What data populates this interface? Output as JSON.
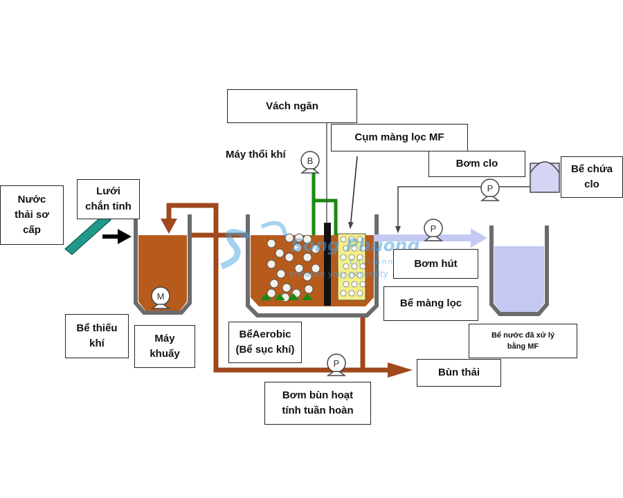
{
  "labels": {
    "vach_ngan": "Vách ngăn",
    "cum_mang_loc": "Cụm màng lọc MF",
    "may_thoi_khi": "Máy thổi khí",
    "bom_clo": "Bơm clo",
    "be_chua_clo": "Bể chứa\nclo",
    "nuoc_thai": "Nước\nthải sơ\ncấp",
    "luoi_chan_tinh": "Lưới\nchắn tinh",
    "bom_hut": "Bơm hút",
    "be_mang_loc": "Bể màng lọc",
    "be_thieu_khi": "Bể thiếu\nkhí",
    "may_khuay": "Máy\nkhuấy",
    "be_aerobic": "BểAerobic\n(Bể sục khí)",
    "be_nuoc_da_xu_ly": "Bể nước đã xử lý\nbằng MF",
    "bun_thai": "Bùn thải",
    "bom_bun_hoat_tinh": "Bơm bùn hoạt\ntính tuần hoàn"
  },
  "equipment_symbols": {
    "blower": "B",
    "mixer": "M",
    "pump": "P"
  },
  "watermark": {
    "brand": "Song Phuong",
    "line1": "Environment",
    "line2": "enhance your necessity"
  },
  "colors": {
    "sludge": "#a0481c",
    "sludge_fill": "#b75b1d",
    "air_line": "#1a8a12",
    "clean_water": "#c4c8f2",
    "chlorine_tank": "#d6d4f4",
    "screen": "#1f9a8a",
    "membrane": "#f2ef8a",
    "tank_wall": "#6b6b6b"
  }
}
